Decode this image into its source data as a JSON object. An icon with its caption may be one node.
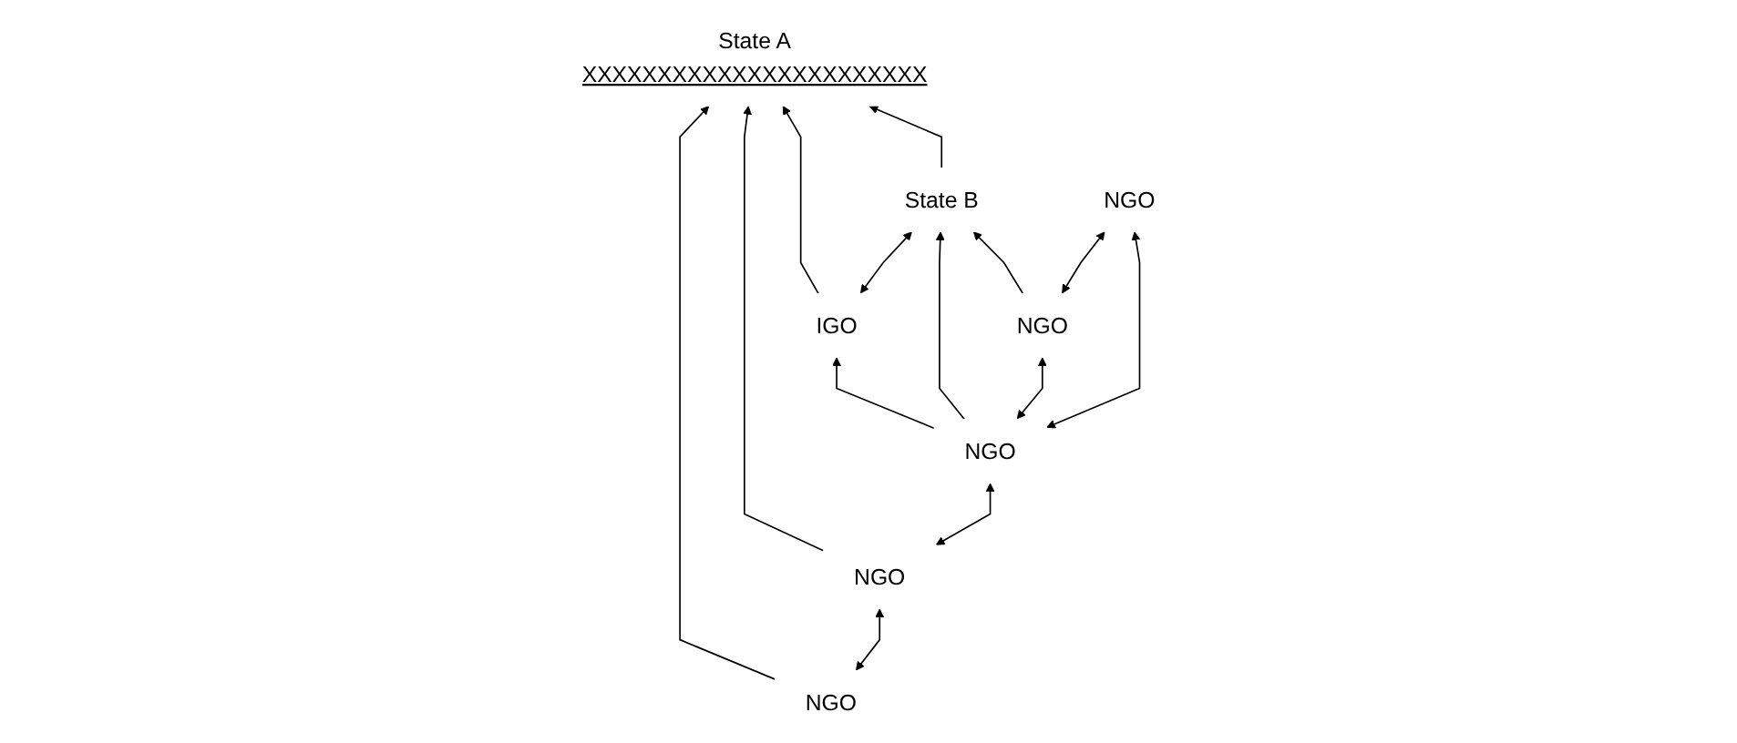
{
  "diagram": {
    "nodes": [
      {
        "text": [
          "IGO"
        ]
      },
      {
        "text": [
          "State A",
          "XXXXXXXXXXXXXXXXXXXXXXX"
        ]
      },
      {
        "text": [
          "State B"
        ]
      },
      {
        "text": [
          "NGO"
        ]
      },
      {
        "text": [
          "NGO"
        ]
      },
      {
        "text": [
          "NGO"
        ]
      },
      {
        "text": [
          "NGO"
        ]
      },
      {
        "text": [
          "NGO"
        ]
      }
    ],
    "edges": [
      {
        "from": 0,
        "to": 1,
        "arrow": "to"
      },
      {
        "from": 0,
        "to": 2,
        "arrow": "both"
      },
      {
        "from": 2,
        "to": 1,
        "arrow": "to"
      },
      {
        "from": 4,
        "to": 0,
        "arrow": "to"
      },
      {
        "from": 3,
        "to": 1,
        "arrow": "to"
      },
      {
        "from": 6,
        "to": 1,
        "arrow": "to"
      },
      {
        "from": 4,
        "to": 2,
        "arrow": "to"
      },
      {
        "from": 5,
        "to": 2,
        "arrow": "to"
      },
      {
        "from": 3,
        "to": 6,
        "arrow": "both"
      },
      {
        "from": 6,
        "to": 4,
        "arrow": "both"
      },
      {
        "from": 4,
        "to": 5,
        "arrow": "both"
      },
      {
        "from": 4,
        "to": 7,
        "arrow": "both"
      },
      {
        "from": 5,
        "to": 7,
        "arrow": "both"
      }
    ]
  }
}
